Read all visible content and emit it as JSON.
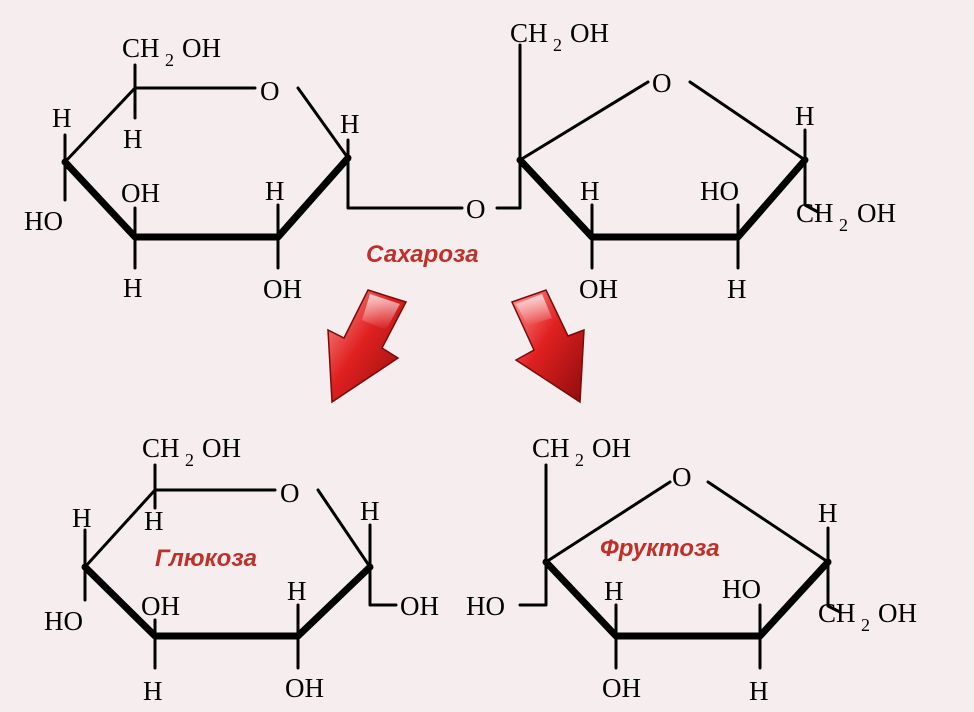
{
  "title": "Сахароза",
  "products": {
    "glucose": "Глюкоза",
    "fructose": "Фруктоза"
  },
  "atoms": {
    "h": "H",
    "o": "O",
    "oh": "OH",
    "ho": "HO",
    "ch": "CH",
    "two": "2"
  },
  "colors": {
    "background": "#f6eeee",
    "label": "#c0302a",
    "arrow": "#d81f1f",
    "bond": "#000000"
  }
}
